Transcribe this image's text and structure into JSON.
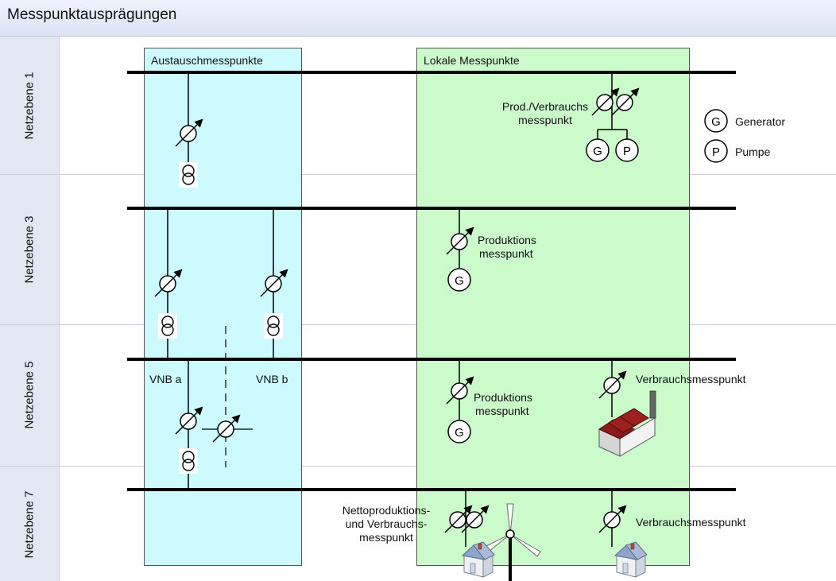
{
  "title": "Messpunktausprägungen",
  "lanes": [
    "Netzebene 1",
    "Netzebene 3",
    "Netzebene 5",
    "Netzebene 7"
  ],
  "regions": {
    "exchange": {
      "label": "Austauschmesspunkte",
      "color": "#ccfafe"
    },
    "local": {
      "label": "Lokale Messpunkte",
      "color": "#ccfbcb"
    }
  },
  "legend": [
    {
      "symbol": "G",
      "label": "Generator"
    },
    {
      "symbol": "P",
      "label": "Pumpe"
    }
  ],
  "labels": {
    "prod_verbrauch": [
      "Prod./Verbrauchs",
      "messpunkt"
    ],
    "produktion_ne3": [
      "Produktions",
      "messpunkt"
    ],
    "produktion_ne5": [
      "Produktions",
      "messpunkt"
    ],
    "verbrauch_ne5": "Verbrauchsmesspunkt",
    "verbrauch_ne7": "Verbrauchsmesspunkt",
    "netto": [
      "Nettoproduktions-",
      "und Verbrauchs-",
      "messpunkt"
    ],
    "vnb_a": "VNB a",
    "vnb_b": "VNB b"
  },
  "symbols": {
    "generator": "G",
    "pump": "P"
  }
}
